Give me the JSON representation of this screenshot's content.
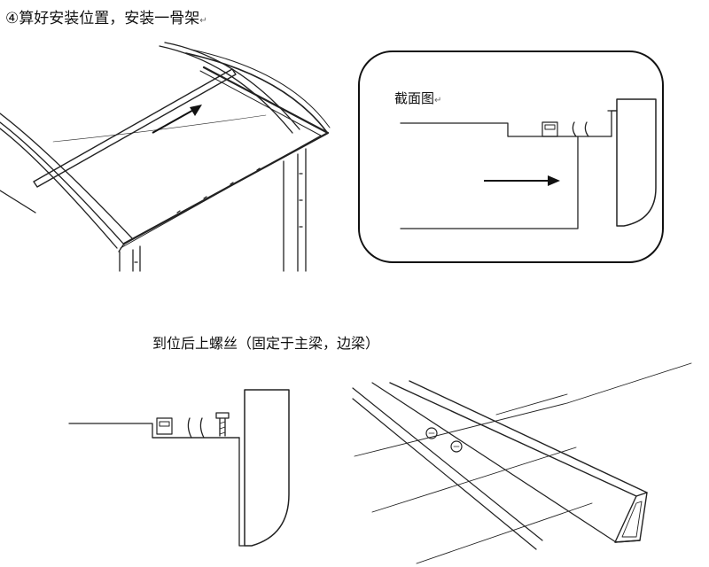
{
  "step": {
    "title": "④算好安装位置，安装一骨架",
    "return_mark": "↵"
  },
  "section": {
    "label": "截面图",
    "return_mark": "↵"
  },
  "caption": {
    "text": "到位后上螺丝（固定于主梁，边梁）"
  },
  "colors": {
    "ink": "#222222",
    "background": "#ffffff",
    "shade": "#9a9a9a"
  }
}
